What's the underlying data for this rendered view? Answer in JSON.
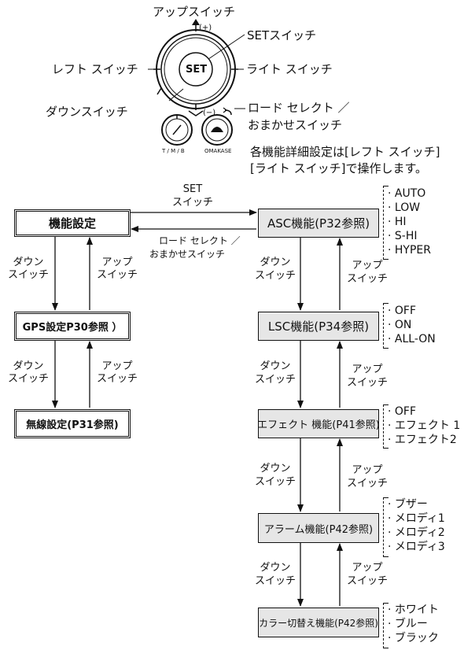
{
  "device": {
    "up_switch": "アップスイッチ",
    "set_switch": "SETスイッチ",
    "left_switch": "レフト スイッチ",
    "right_switch": "ライト スイッチ",
    "down_switch": "ダウンスイッチ",
    "road_select_line1": "ロード セレクト ／",
    "road_select_line2": "おまかせスイッチ",
    "set_button": "SET",
    "plus_mark": "(+)",
    "minus_mark": "(−)",
    "tmb_label": "T / M / B",
    "omakase_label": "OMAKASE"
  },
  "note": {
    "line1": "各機能詳細設定は[レフト スイッチ]",
    "line2": "[ライト スイッチ]で操作します。"
  },
  "left_flow": {
    "box1": "機能設定",
    "box2": "GPS設定P30参照 ）",
    "box3": "無線設定(P31参照)",
    "down1": "ダウン\nスイッチ",
    "up1": "アップ\nスイッチ",
    "down2": "ダウン\nスイッチ",
    "up2": "アップ\nスイッチ"
  },
  "link": {
    "set_line1": "SET",
    "set_line2": "スイッチ",
    "road_line1": "ロード セレクト ／",
    "road_line2": "おまかせスイッチ"
  },
  "right_flow": {
    "box1": "ASC機能(P32参照)",
    "box2": "LSC機能(P34参照)",
    "box3": "エフェクト 機能(P41参照)",
    "box4": "アラーム機能(P42参照)",
    "box5": "カラー切替え機能(P42参照)",
    "down_label_1": "ダウン",
    "down_label_2": "スイッチ",
    "up_label_1": "アップ",
    "up_label_2": "スイッチ"
  },
  "options": {
    "asc": [
      "· AUTO",
      "· LOW",
      "· HI",
      "· S-HI",
      "· HYPER"
    ],
    "lsc": [
      "· OFF",
      "· ON",
      "· ALL-ON"
    ],
    "effect": [
      "· OFF",
      "· エフェクト 1",
      "· エフェクト2"
    ],
    "alarm": [
      "· ブザー",
      "· メロディ1",
      "· メロディ2",
      "· メロディ3"
    ],
    "color": [
      "· ホワイト",
      "· ブルー",
      "· ブラック"
    ]
  }
}
